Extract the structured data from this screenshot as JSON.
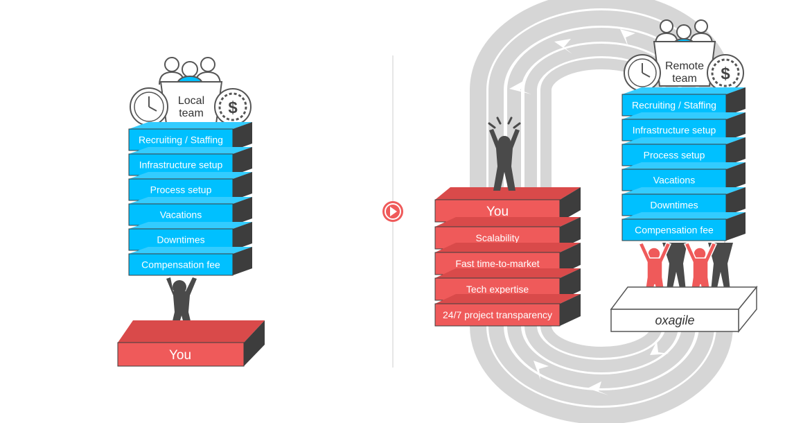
{
  "left": {
    "team_label_line1": "Local",
    "team_label_line2": "team",
    "stack": [
      "Recruiting / Staffing",
      "Infrastructure setup",
      "Process setup",
      "Vacations",
      "Downtimes",
      "Compensation fee"
    ],
    "base_label": "You"
  },
  "right": {
    "you_label": "You",
    "benefits": [
      "Scalability",
      "Fast time-to-market",
      "Tech expertise",
      "24/7 project transparency"
    ],
    "team_label_line1": "Remote",
    "team_label_line2": "team",
    "stack": [
      "Recruiting / Staffing",
      "Infrastructure setup",
      "Process setup",
      "Vacations",
      "Downtimes",
      "Compensation fee"
    ],
    "logo_text": "oxagile"
  },
  "colors": {
    "blue": "#00c0ff",
    "red": "#ef5a5a",
    "dark": "#4a4a4a",
    "loop": "#d9d9d9"
  },
  "icons": [
    "clock-icon",
    "dollar-coin-icon",
    "people-group-icon",
    "play-arrow-icon",
    "person-figure-icon"
  ]
}
